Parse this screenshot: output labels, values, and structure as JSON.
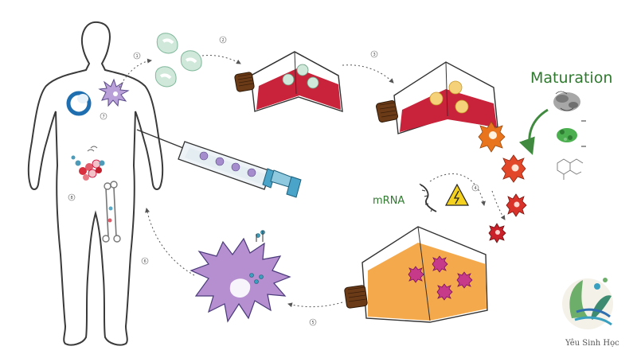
{
  "labels": {
    "maturation": "Maturation",
    "mrna": "mRNA"
  },
  "step_numbers": [
    "1",
    "2",
    "3",
    "4",
    "5",
    "6",
    "7",
    "8"
  ],
  "logo": {
    "text": "Yêu Sinh Học"
  },
  "colors": {
    "body_outline": "#3a3a3a",
    "arrow": "#555555",
    "monocyte": "#cfe8da",
    "flask_red": "#c8233a",
    "flask_orange": "#f4a94c",
    "dc_orange": "#e8741e",
    "dc_red": "#d8322a",
    "dc_purple": "#b58fd0",
    "syringe": "#4aa3c8",
    "maturation_green": "#2f7a2f",
    "warning_yellow": "#f4d21f"
  }
}
